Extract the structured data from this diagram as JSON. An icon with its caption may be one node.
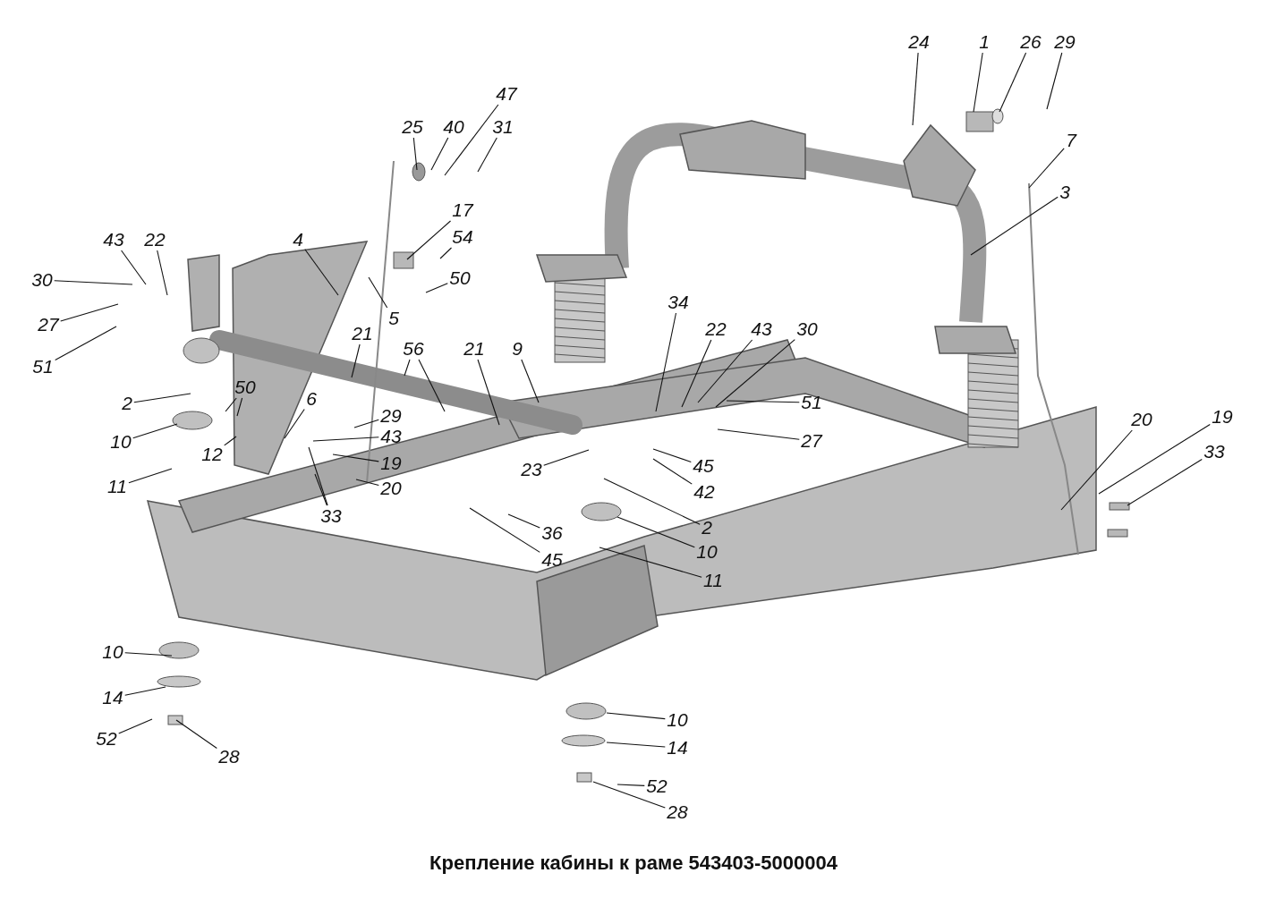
{
  "diagram": {
    "caption": "Крепление кабины к раме 543403-5000004",
    "nodes": [
      {
        "text": [
          "24"
        ]
      },
      {
        "text": [
          "1"
        ]
      },
      {
        "text": [
          "26"
        ]
      },
      {
        "text": [
          "29"
        ]
      },
      {
        "text": [
          "7"
        ]
      },
      {
        "text": [
          "3"
        ]
      },
      {
        "text": [
          "25"
        ]
      },
      {
        "text": [
          "40"
        ]
      },
      {
        "text": [
          "47"
        ]
      },
      {
        "text": [
          "31"
        ]
      },
      {
        "text": [
          "17"
        ]
      },
      {
        "text": [
          "54"
        ]
      },
      {
        "text": [
          "50"
        ]
      },
      {
        "text": [
          "43"
        ]
      },
      {
        "text": [
          "22"
        ]
      },
      {
        "text": [
          "30"
        ]
      },
      {
        "text": [
          "27"
        ]
      },
      {
        "text": [
          "51"
        ]
      },
      {
        "text": [
          "4"
        ]
      },
      {
        "text": [
          "5"
        ]
      },
      {
        "text": [
          "21"
        ]
      },
      {
        "text": [
          "56"
        ]
      },
      {
        "text": [
          "21"
        ]
      },
      {
        "text": [
          "9"
        ]
      },
      {
        "text": [
          "34"
        ]
      },
      {
        "text": [
          "22"
        ]
      },
      {
        "text": [
          "43"
        ]
      },
      {
        "text": [
          "30"
        ]
      },
      {
        "text": [
          "51"
        ]
      },
      {
        "text": [
          "27"
        ]
      },
      {
        "text": [
          "2"
        ]
      },
      {
        "text": [
          "50"
        ]
      },
      {
        "text": [
          "6"
        ]
      },
      {
        "text": [
          "29"
        ]
      },
      {
        "text": [
          "43"
        ]
      },
      {
        "text": [
          "19"
        ]
      },
      {
        "text": [
          "20"
        ]
      },
      {
        "text": [
          "10"
        ]
      },
      {
        "text": [
          "12"
        ]
      },
      {
        "text": [
          "11"
        ]
      },
      {
        "text": [
          "33"
        ]
      },
      {
        "text": [
          "23"
        ]
      },
      {
        "text": [
          "45"
        ]
      },
      {
        "text": [
          "42"
        ]
      },
      {
        "text": [
          "2"
        ]
      },
      {
        "text": [
          "36"
        ]
      },
      {
        "text": [
          "45"
        ]
      },
      {
        "text": [
          "10"
        ]
      },
      {
        "text": [
          "11"
        ]
      },
      {
        "text": [
          "20"
        ]
      },
      {
        "text": [
          "19"
        ]
      },
      {
        "text": [
          "33"
        ]
      },
      {
        "text": [
          "10"
        ]
      },
      {
        "text": [
          "14"
        ]
      },
      {
        "text": [
          "52"
        ]
      },
      {
        "text": [
          "28"
        ]
      },
      {
        "text": [
          "10"
        ]
      },
      {
        "text": [
          "14"
        ]
      },
      {
        "text": [
          "52"
        ]
      },
      {
        "text": [
          "28"
        ]
      }
    ],
    "edges": [
      {
        "from": 0,
        "to": null,
        "arrow": "none"
      },
      {
        "from": 1,
        "to": null,
        "arrow": "none"
      },
      {
        "from": 2,
        "to": null,
        "arrow": "none"
      },
      {
        "from": 3,
        "to": null,
        "arrow": "none"
      },
      {
        "from": 4,
        "to": null,
        "arrow": "none"
      },
      {
        "from": 5,
        "to": null,
        "arrow": "none"
      },
      {
        "from": 6,
        "to": null,
        "arrow": "none"
      },
      {
        "from": 7,
        "to": null,
        "arrow": "none"
      },
      {
        "from": 8,
        "to": null,
        "arrow": "none"
      },
      {
        "from": 9,
        "to": null,
        "arrow": "none"
      },
      {
        "from": 10,
        "to": null,
        "arrow": "none"
      },
      {
        "from": 11,
        "to": null,
        "arrow": "none"
      },
      {
        "from": 12,
        "to": null,
        "arrow": "none"
      },
      {
        "from": 13,
        "to": null,
        "arrow": "none"
      },
      {
        "from": 14,
        "to": null,
        "arrow": "none"
      },
      {
        "from": 15,
        "to": null,
        "arrow": "none"
      },
      {
        "from": 16,
        "to": null,
        "arrow": "none"
      },
      {
        "from": 17,
        "to": null,
        "arrow": "none"
      },
      {
        "from": 18,
        "to": null,
        "arrow": "none"
      },
      {
        "from": 19,
        "to": null,
        "arrow": "none"
      },
      {
        "from": 20,
        "to": null,
        "arrow": "none"
      },
      {
        "from": 21,
        "to": null,
        "arrow": "none"
      },
      {
        "from": 21,
        "to": null,
        "arrow": "none"
      },
      {
        "from": 22,
        "to": null,
        "arrow": "none"
      },
      {
        "from": 23,
        "to": null,
        "arrow": "none"
      },
      {
        "from": 24,
        "to": null,
        "arrow": "none"
      },
      {
        "from": 25,
        "to": null,
        "arrow": "none"
      },
      {
        "from": 26,
        "to": null,
        "arrow": "none"
      },
      {
        "from": 27,
        "to": null,
        "arrow": "none"
      },
      {
        "from": 28,
        "to": null,
        "arrow": "none"
      },
      {
        "from": 29,
        "to": null,
        "arrow": "none"
      },
      {
        "from": 30,
        "to": null,
        "arrow": "none"
      },
      {
        "from": 31,
        "to": null,
        "arrow": "none"
      },
      {
        "from": 31,
        "to": null,
        "arrow": "none"
      },
      {
        "from": 32,
        "to": null,
        "arrow": "none"
      },
      {
        "from": 33,
        "to": null,
        "arrow": "none"
      },
      {
        "from": 34,
        "to": null,
        "arrow": "none"
      },
      {
        "from": 35,
        "to": null,
        "arrow": "none"
      },
      {
        "from": 36,
        "to": null,
        "arrow": "none"
      },
      {
        "from": 37,
        "to": null,
        "arrow": "none"
      },
      {
        "from": 38,
        "to": null,
        "arrow": "none"
      },
      {
        "from": 39,
        "to": null,
        "arrow": "none"
      },
      {
        "from": 40,
        "to": null,
        "arrow": "none"
      },
      {
        "from": 40,
        "to": null,
        "arrow": "none"
      },
      {
        "from": 41,
        "to": null,
        "arrow": "none"
      },
      {
        "from": 42,
        "to": null,
        "arrow": "none"
      },
      {
        "from": 43,
        "to": null,
        "arrow": "none"
      },
      {
        "from": 44,
        "to": null,
        "arrow": "none"
      },
      {
        "from": 45,
        "to": null,
        "arrow": "none"
      },
      {
        "from": 46,
        "to": null,
        "arrow": "none"
      },
      {
        "from": 47,
        "to": null,
        "arrow": "none"
      },
      {
        "from": 48,
        "to": null,
        "arrow": "none"
      },
      {
        "from": 49,
        "to": null,
        "arrow": "none"
      },
      {
        "from": 50,
        "to": null,
        "arrow": "none"
      },
      {
        "from": 51,
        "to": null,
        "arrow": "none"
      },
      {
        "from": 52,
        "to": null,
        "arrow": "none"
      },
      {
        "from": 53,
        "to": null,
        "arrow": "none"
      },
      {
        "from": 54,
        "to": null,
        "arrow": "none"
      },
      {
        "from": 55,
        "to": null,
        "arrow": "none"
      },
      {
        "from": 56,
        "to": null,
        "arrow": "none"
      },
      {
        "from": 57,
        "to": null,
        "arrow": "none"
      },
      {
        "from": 58,
        "to": null,
        "arrow": "none"
      },
      {
        "from": 59,
        "to": null,
        "arrow": "none"
      }
    ]
  }
}
